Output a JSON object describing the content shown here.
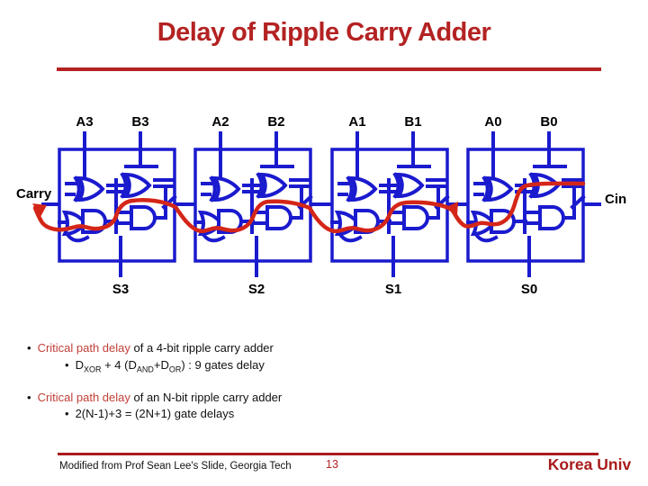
{
  "slide": {
    "title": "Delay of Ripple Carry Adder",
    "page_number": "13",
    "footer_left": "Modified from Prof Sean Lee's Slide, Georgia Tech",
    "footer_brand": "Korea Univ"
  },
  "circuit": {
    "carry_label": "Carry",
    "cin_label": "Cin",
    "blocks": [
      {
        "a": "A3",
        "b": "B3",
        "sum": "S3"
      },
      {
        "a": "A2",
        "b": "B2",
        "sum": "S2"
      },
      {
        "a": "A1",
        "b": "B1",
        "sum": "S1"
      },
      {
        "a": "A0",
        "b": "B0",
        "sum": "S0"
      }
    ]
  },
  "bullets": {
    "marker": "•",
    "b1_red": "Critical path delay",
    "b1_rest": " of a 4-bit ripple carry adder",
    "b1_sub": {
      "p1": "D",
      "s1": "XOR",
      "p2": " + 4 (D",
      "s2": "AND",
      "p3": "+D",
      "s3": "OR",
      "p4": ") : 9 gates delay"
    },
    "b2_red": "Critical path delay",
    "b2_rest": " of an N-bit ripple carry adder",
    "b2_sub": "2(N-1)+3 = (2N+1) gate delays"
  },
  "colors": {
    "title_red": "#b42222",
    "circuit_blue": "#1a1ace",
    "path_red": "#d42618",
    "bullet_red": "#c14038",
    "brand_red": "#a81b1b"
  }
}
